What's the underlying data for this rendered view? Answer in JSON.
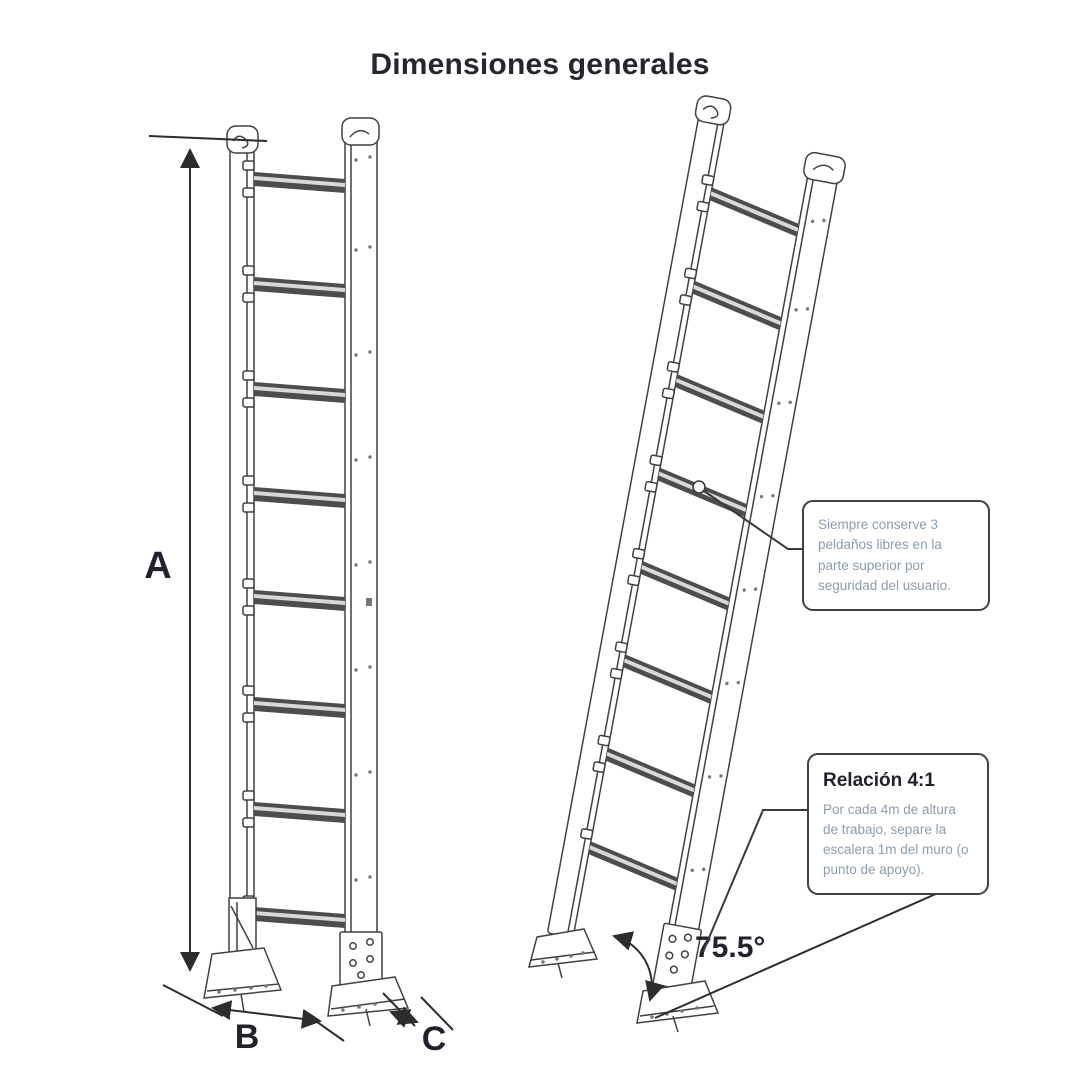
{
  "title": "Dimensiones generales",
  "labels": {
    "height": "A",
    "width": "B",
    "depth": "C",
    "angle": "75.5°"
  },
  "callouts": {
    "top_rungs": {
      "text": "Siempre conserve 3 peldaños libres en la parte superior por seguridad del usuario."
    },
    "ratio": {
      "title": "Relación 4:1",
      "text": "Por cada 4m de altura de trabajo, separe la escalera 1m del muro (o punto de apoyo)."
    }
  },
  "ladders": {
    "left_vertical": {
      "rungs": 8,
      "style": "straight front view"
    },
    "right_inclined": {
      "rungs": 8,
      "lean_angle_from_ground": "75.5°"
    }
  },
  "colors": {
    "ink": "#22222e",
    "line_art": "#414141",
    "note_text": "#8b9cae",
    "rung_fill": "#4d4d4d",
    "background": "#ffffff"
  }
}
